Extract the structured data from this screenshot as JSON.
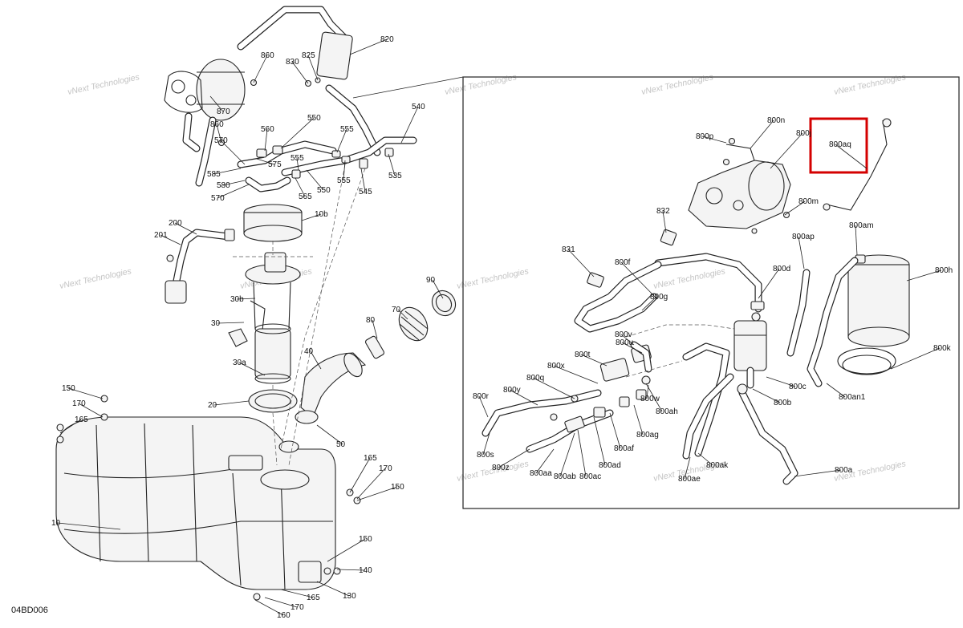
{
  "diagram": {
    "drawing_code": "04BD006",
    "watermark": "vNext Technologies",
    "highlighted_label": "800aq",
    "highlight_color": "#d40000",
    "labels": [
      "860",
      "830",
      "825",
      "820",
      "870",
      "860",
      "560",
      "550",
      "555",
      "540",
      "570",
      "575",
      "555",
      "585",
      "580",
      "565",
      "550",
      "555",
      "545",
      "535",
      "570",
      "10b",
      "200",
      "201",
      "30b",
      "30",
      "90",
      "70",
      "80",
      "40",
      "30a",
      "20",
      "50",
      "150",
      "170",
      "165",
      "165",
      "170",
      "150",
      "10",
      "150",
      "140",
      "165",
      "130",
      "170",
      "160",
      "800n",
      "800p",
      "800j",
      "800aq",
      "800m",
      "832",
      "800am",
      "800ap",
      "831",
      "800f",
      "800d",
      "800h",
      "800g",
      "800v",
      "800u",
      "800t",
      "800x",
      "800q",
      "800y",
      "800r",
      "800w",
      "800ah",
      "800c",
      "800b",
      "800an1",
      "800k",
      "800ag",
      "800af",
      "800ad",
      "800ac",
      "800ab",
      "800aa",
      "800s",
      "800z",
      "800ae",
      "800ak",
      "800a"
    ]
  }
}
